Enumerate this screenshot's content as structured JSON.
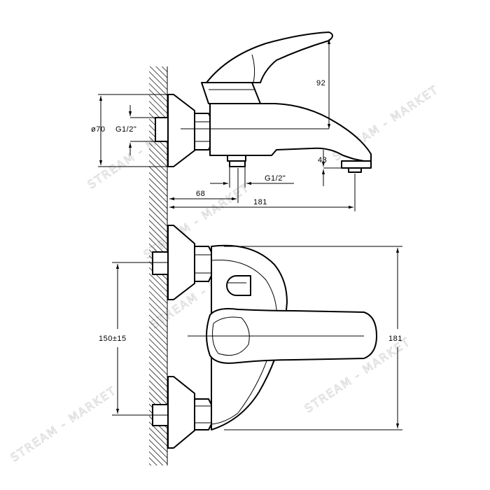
{
  "drawing": {
    "dim_height_top": "92",
    "dim_diameter": "ø70",
    "dim_thread_inlet": "G1/2\"",
    "dim_height_spout": "43",
    "dim_thread_outlet": "G1/2\"",
    "dim_offset": "68",
    "dim_length": "181",
    "dim_centers": "150±15",
    "dim_width": "181"
  },
  "watermark": {
    "text": "STREAM - MARKET"
  }
}
